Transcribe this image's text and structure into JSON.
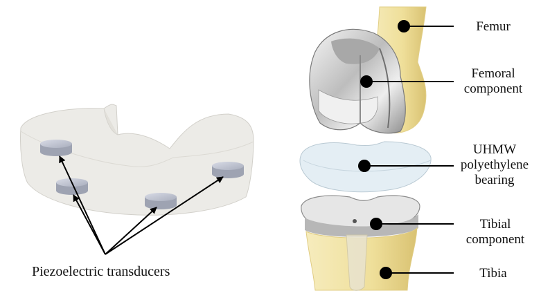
{
  "left_panel": {
    "caption": "Piezoelectric transducers"
  },
  "right_panel": {
    "labels": [
      {
        "id": "femur",
        "lines": [
          "Femur"
        ]
      },
      {
        "id": "femoral-component",
        "lines": [
          "Femoral",
          "component"
        ]
      },
      {
        "id": "bearing",
        "lines": [
          "UHMW",
          "polyethylene",
          "bearing"
        ]
      },
      {
        "id": "tibial-component",
        "lines": [
          "Tibial",
          "component"
        ]
      },
      {
        "id": "tibia",
        "lines": [
          "Tibia"
        ]
      }
    ]
  },
  "colors": {
    "bone": "#f1e3a6",
    "bone_shade": "#dcc77b",
    "metal": "#d9d9d9",
    "metal_dark": "#8d8d8d",
    "bearing": "#e3eef4",
    "insert": "#ecebe7",
    "transducer": "#b8bcc8"
  }
}
